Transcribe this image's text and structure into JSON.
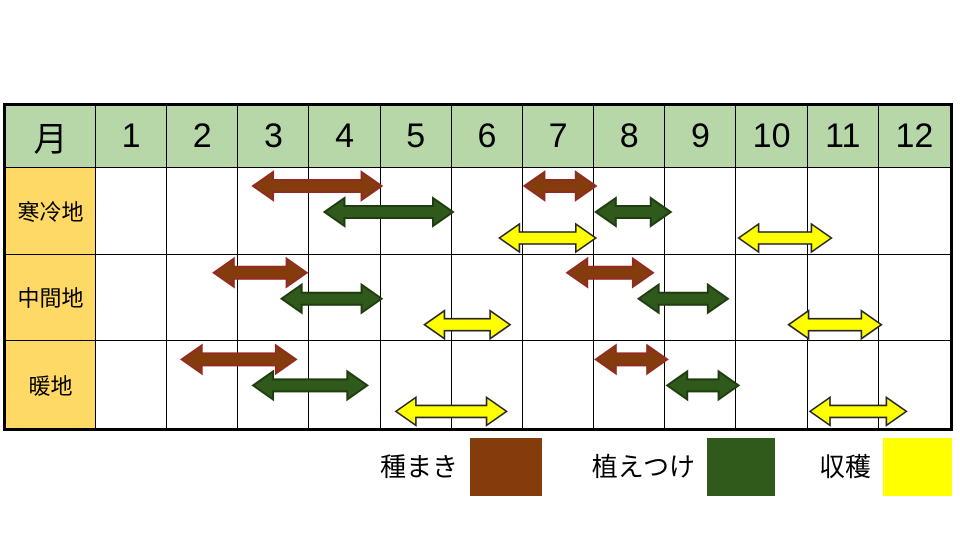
{
  "table": {
    "corner_header": "月",
    "month_headers": [
      "1",
      "2",
      "3",
      "4",
      "5",
      "6",
      "7",
      "8",
      "9",
      "10",
      "11",
      "12"
    ],
    "region_labels": [
      "寒冷地",
      "中間地",
      "暖地"
    ]
  },
  "chart_data": {
    "type": "gantt",
    "title": "",
    "x_axis": {
      "label": "月",
      "range": [
        1,
        12
      ],
      "ticks": [
        "1",
        "2",
        "3",
        "4",
        "5",
        "6",
        "7",
        "8",
        "9",
        "10",
        "11",
        "12"
      ]
    },
    "activity_types": {
      "sow": {
        "label": "種まき",
        "fill": "#843C0C",
        "stroke": "#922B21",
        "level": 0
      },
      "plant": {
        "label": "植えつけ",
        "fill": "#2F5A1B",
        "stroke": "#1F3D10",
        "level": 1
      },
      "harvest": {
        "label": "収穫",
        "fill": "#FFFF00",
        "stroke": "#262626",
        "level": 2
      }
    },
    "regions": [
      {
        "name": "寒冷地",
        "spans": [
          {
            "type": "sow",
            "start_month": 3.2,
            "end_month": 5.0
          },
          {
            "type": "plant",
            "start_month": 4.2,
            "end_month": 6.0
          },
          {
            "type": "sow",
            "start_month": 7.0,
            "end_month": 8.0
          },
          {
            "type": "plant",
            "start_month": 8.0,
            "end_month": 9.05
          },
          {
            "type": "harvest",
            "start_month": 6.65,
            "end_month": 8.0
          },
          {
            "type": "harvest",
            "start_month": 10.0,
            "end_month": 11.3
          }
        ]
      },
      {
        "name": "中間地",
        "spans": [
          {
            "type": "sow",
            "start_month": 2.65,
            "end_month": 3.95
          },
          {
            "type": "plant",
            "start_month": 3.6,
            "end_month": 5.0
          },
          {
            "type": "harvest",
            "start_month": 5.6,
            "end_month": 6.8
          },
          {
            "type": "sow",
            "start_month": 7.6,
            "end_month": 8.8
          },
          {
            "type": "plant",
            "start_month": 8.6,
            "end_month": 9.85
          },
          {
            "type": "harvest",
            "start_month": 10.7,
            "end_month": 12.0
          }
        ]
      },
      {
        "name": "暖地",
        "spans": [
          {
            "type": "sow",
            "start_month": 2.2,
            "end_month": 3.8
          },
          {
            "type": "plant",
            "start_month": 3.2,
            "end_month": 4.8
          },
          {
            "type": "harvest",
            "start_month": 5.2,
            "end_month": 6.75
          },
          {
            "type": "sow",
            "start_month": 8.0,
            "end_month": 9.0
          },
          {
            "type": "plant",
            "start_month": 9.0,
            "end_month": 10.0
          },
          {
            "type": "harvest",
            "start_month": 11.0,
            "end_month": 12.35
          }
        ]
      }
    ],
    "legend": [
      {
        "type": "sow",
        "label": "種まき"
      },
      {
        "type": "plant",
        "label": "植えつけ"
      },
      {
        "type": "harvest",
        "label": "収穫"
      }
    ],
    "legend_position": "bottom-right",
    "grid": true
  },
  "colors": {
    "header_bg": "#B7D7A9",
    "region_label_bg": "#FFD966",
    "grid_line": "#000000",
    "background": "#FFFFFF"
  }
}
